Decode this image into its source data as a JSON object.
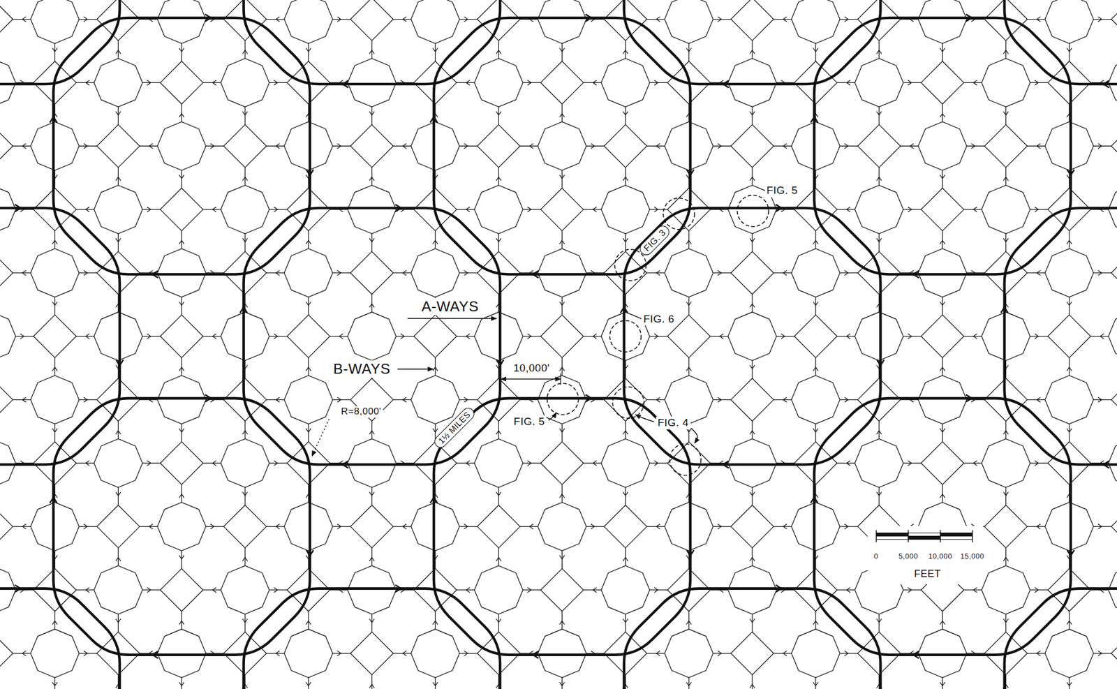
{
  "diagram": {
    "labels": [
      "FIG. 5",
      "FIG. 3",
      "A-WAYS",
      "FIG. 6",
      "B-WAYS",
      "10,000'",
      "R=8,000'",
      "FIG. 5",
      "FIG. 4",
      "1½ MILES",
      "0",
      "5,000",
      "10,000",
      "15,000",
      "FEET"
    ]
  }
}
